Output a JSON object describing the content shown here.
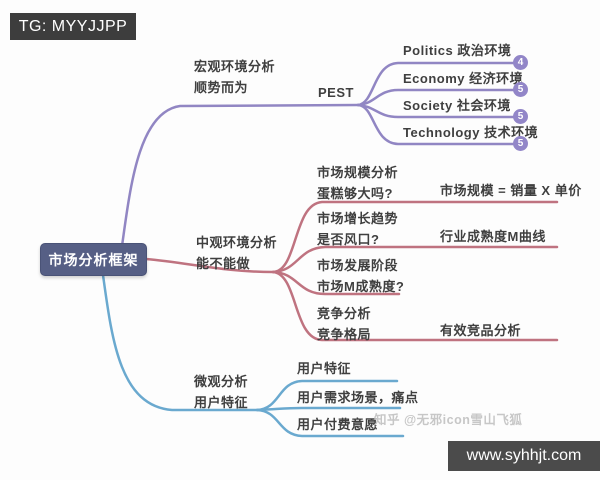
{
  "overlays": {
    "tg_label": "TG: MYYJJPP",
    "site_label": "www.syhhjt.com",
    "watermark": "知乎 @无邪icon雪山飞狐"
  },
  "root": {
    "label": "市场分析框架",
    "bg_color": "#565f85",
    "text_color": "#ffffff"
  },
  "colors": {
    "macro": "#9186c3",
    "meso": "#bf7380",
    "micro": "#6aa9cf",
    "badge_bg": "#9286c8"
  },
  "macro": {
    "node_label": "宏观环境分析\n顺势而为",
    "hub_label": "PEST",
    "children": [
      {
        "label": "Politics 政治环境",
        "badge": "4"
      },
      {
        "label": "Economy 经济环境",
        "badge": "5"
      },
      {
        "label": "Society 社会环境",
        "badge": "5"
      },
      {
        "label": "Technology 技术环境",
        "badge": "5"
      }
    ]
  },
  "meso": {
    "node_label": "中观环境分析\n能不能做",
    "children": [
      {
        "label": "市场规模分析\n蛋糕够大吗?",
        "sub_label": "市场规模 = 销量 X 单价"
      },
      {
        "label": "市场增长趋势\n是否风口?",
        "sub_label": "行业成熟度M曲线"
      },
      {
        "label": "市场发展阶段\n市场M成熟度?",
        "sub_label": ""
      },
      {
        "label": "竞争分析\n竞争格局",
        "sub_label": "有效竞品分析"
      }
    ]
  },
  "micro": {
    "node_label": "微观分析\n用户特征",
    "children": [
      {
        "label": "用户特征"
      },
      {
        "label": "用户需求场景，痛点"
      },
      {
        "label": "用户付费意愿"
      }
    ]
  }
}
